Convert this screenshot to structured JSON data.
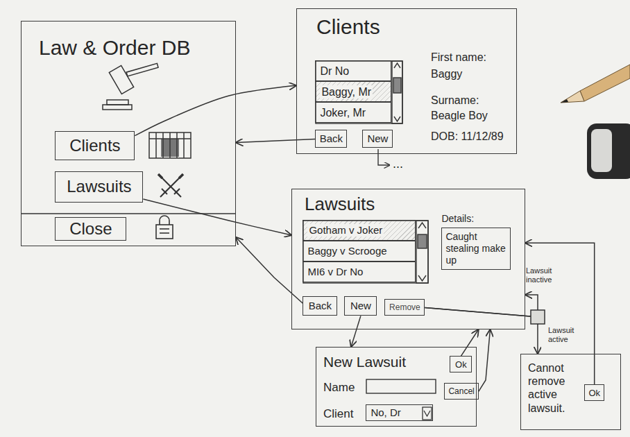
{
  "diagram": {
    "nodes": [
      {
        "text": [
          "Law & Order DB"
        ]
      },
      {
        "text": [
          "Clients"
        ],
        "in": 0
      },
      {
        "text": [
          "Lawsuits"
        ],
        "in": 0
      },
      {
        "text": [
          "Close"
        ],
        "in": 0
      },
      {
        "text": [
          "Clients",
          "First name:",
          "Baggy",
          "Surname:",
          "Beagle Boy",
          "DOB: 11/12/89"
        ]
      },
      {
        "text": [
          "Dr No"
        ],
        "in": 4
      },
      {
        "text": [
          "Baggy, Mr"
        ],
        "in": 4
      },
      {
        "text": [
          "Joker, Mr"
        ],
        "in": 4
      },
      {
        "text": [
          "Back"
        ],
        "in": 4
      },
      {
        "text": [
          "New"
        ],
        "in": 4
      },
      {
        "text": [
          "Lawsuits"
        ]
      },
      {
        "text": [
          "Gotham v Joker"
        ],
        "in": 10
      },
      {
        "text": [
          "Baggy v Scrooge"
        ],
        "in": 10
      },
      {
        "text": [
          "MI6 v Dr No"
        ],
        "in": 10
      },
      {
        "text": [
          "Details:",
          "Caught stealing make up"
        ],
        "in": 10
      },
      {
        "text": [
          "Back"
        ],
        "in": 10
      },
      {
        "text": [
          "New"
        ],
        "in": 10
      },
      {
        "text": [
          "Remove"
        ],
        "in": 10
      },
      {
        "text": [
          "New Lawsuit",
          "Name",
          "Client"
        ]
      },
      {
        "text": [
          "Ok"
        ],
        "in": 18
      },
      {
        "text": [
          "Cancel"
        ],
        "in": 18
      },
      {
        "text": [
          "No, Dr"
        ],
        "in": 18
      },
      {
        "text": [
          "Cannot remove active lawsuit."
        ]
      },
      {
        "text": [
          "Ok"
        ],
        "in": 22
      }
    ],
    "edges": [
      {
        "from": 1,
        "to": 4,
        "arrow": "to"
      },
      {
        "from": 8,
        "to": 0,
        "arrow": "to"
      },
      {
        "from": 2,
        "to": 10,
        "arrow": "to"
      },
      {
        "from": 15,
        "to": 0,
        "arrow": "to"
      },
      {
        "from": 16,
        "to": 18,
        "arrow": "to"
      },
      {
        "from": 19,
        "to": 10,
        "arrow": "to"
      },
      {
        "from": 20,
        "to": 10,
        "arrow": "to"
      },
      {
        "from": 17,
        "to": 10,
        "label": "Lawsuit inactive",
        "arrow": "to"
      },
      {
        "from": 17,
        "to": 22,
        "label": "Lawsuit active",
        "arrow": "to"
      },
      {
        "from": 23,
        "to": 10,
        "arrow": "to"
      }
    ],
    "labels": [
      "..."
    ]
  }
}
